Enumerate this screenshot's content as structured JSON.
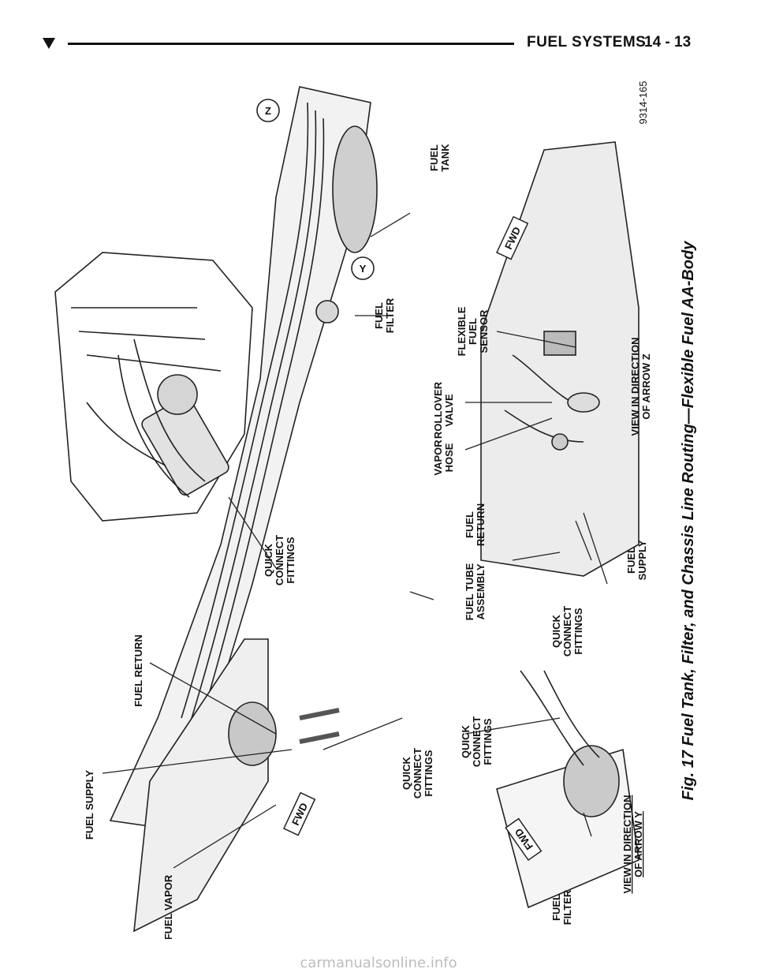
{
  "header": {
    "section_title": "FUEL SYSTEMS",
    "page_number": "14 - 13"
  },
  "figure": {
    "caption": "Fig. 17 Fuel Tank, Filter, and Chassis Line Routing—Flexible Fuel AA-Body",
    "figure_code": "9314-165",
    "callouts": {
      "fuel_tank": [
        "FUEL",
        "TANK"
      ],
      "fuel_filter_top": [
        "FUEL",
        "FILTER"
      ],
      "quick_connect_top": [
        "QUICK",
        "CONNECT",
        "FITTINGS"
      ],
      "fuel_tube_assembly": [
        "FUEL TUBE",
        "ASSEMBLY"
      ],
      "fuel_return_left": "FUEL RETURN",
      "fuel_supply_left": "FUEL SUPPLY",
      "fuel_vapor": "FUEL VAPOR",
      "quick_connect_left": [
        "QUICK",
        "CONNECT",
        "FITTINGS"
      ],
      "rollover_valve": [
        "ROLLOVER",
        "VALVE"
      ],
      "vapor_hose": [
        "VAPOR",
        "HOSE"
      ],
      "flexible_fuel_sensor": [
        "FLEXIBLE",
        "FUEL",
        "SENSOR"
      ],
      "fuel_return_right": [
        "FUEL",
        "RETURN"
      ],
      "fuel_supply_right": [
        "FUEL",
        "SUPPLY"
      ],
      "quick_connect_right": [
        "QUICK",
        "CONNECT",
        "FITTINGS"
      ],
      "quick_connect_inset": [
        "QUICK",
        "CONNECT",
        "FITTINGS"
      ],
      "fuel_filter_inset": [
        "FUEL",
        "FILTER"
      ],
      "view_z": [
        "VIEW IN DIRECTION",
        "OF ARROW Z"
      ],
      "view_y": [
        "VIEW IN DIRECTION",
        "OF ARROW Y"
      ],
      "arrow_z": "Z",
      "arrow_y": "Y",
      "fwd": "FWD"
    }
  },
  "watermark": "carmanualsonline.info"
}
